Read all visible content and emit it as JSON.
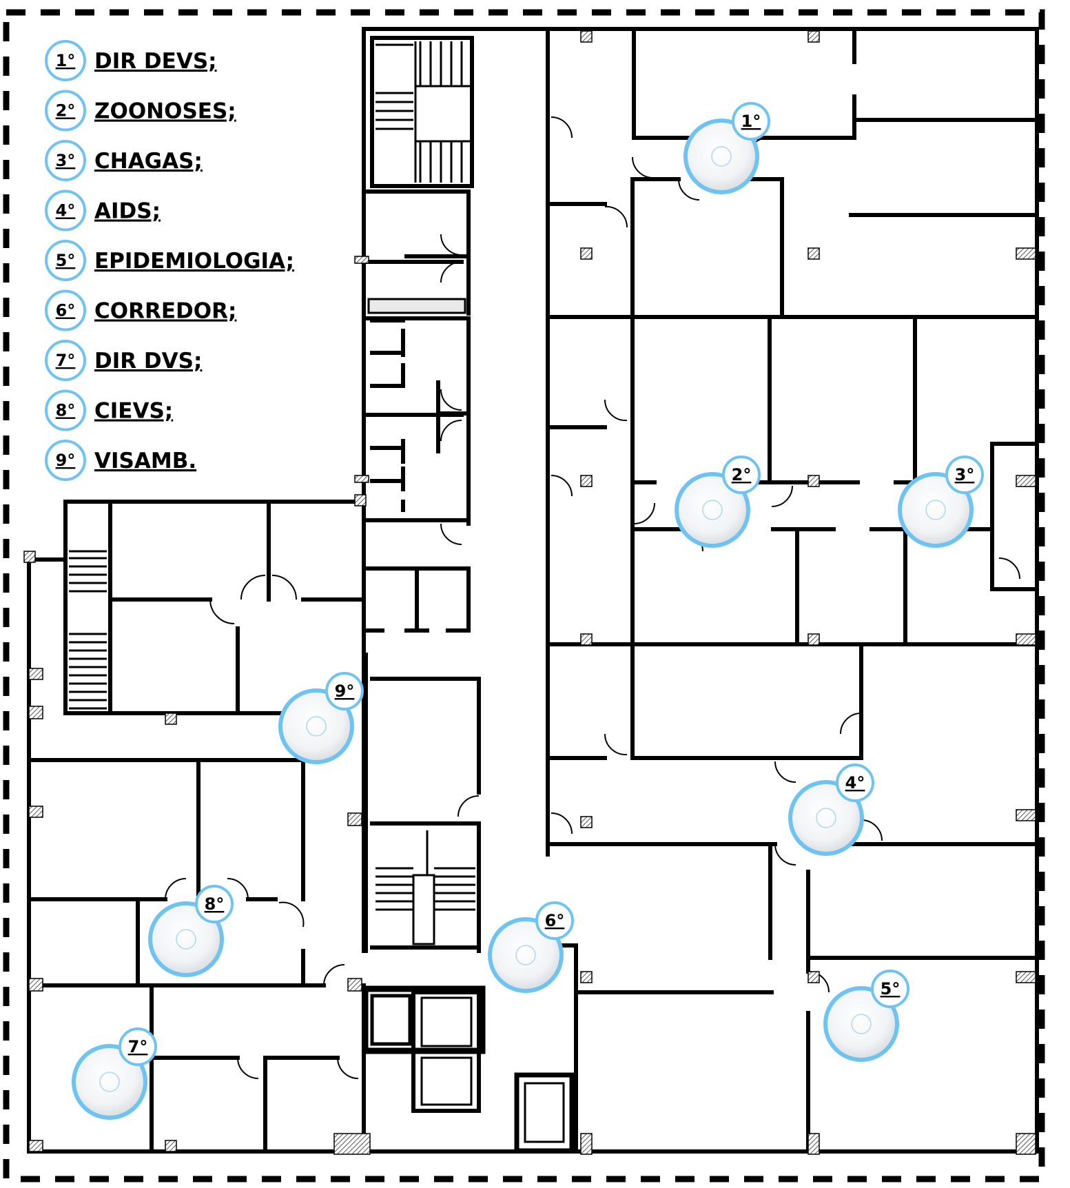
{
  "legend": [
    {
      "num": "1°",
      "label": "DIR DEVS;"
    },
    {
      "num": "2°",
      "label": "ZOONOSES;"
    },
    {
      "num": "3°",
      "label": "CHAGAS;"
    },
    {
      "num": "4°",
      "label": "AIDS;"
    },
    {
      "num": "5°",
      "label": "EPIDEMIOLOGIA;"
    },
    {
      "num": "6°",
      "label": "CORREDOR;"
    },
    {
      "num": "7°",
      "label": "DIR DVS;"
    },
    {
      "num": "8°",
      "label": "CIEVS;"
    },
    {
      "num": "9°",
      "label": "VISAMB."
    }
  ],
  "access_points": [
    {
      "num": "1°"
    },
    {
      "num": "2°"
    },
    {
      "num": "3°"
    },
    {
      "num": "4°"
    },
    {
      "num": "5°"
    },
    {
      "num": "6°"
    },
    {
      "num": "7°"
    },
    {
      "num": "8°"
    },
    {
      "num": "9°"
    }
  ],
  "colors": {
    "ring": "#6ec3f2",
    "wall": "#000000",
    "border_dash": "#000000",
    "device_face": "#f4f6f8"
  }
}
